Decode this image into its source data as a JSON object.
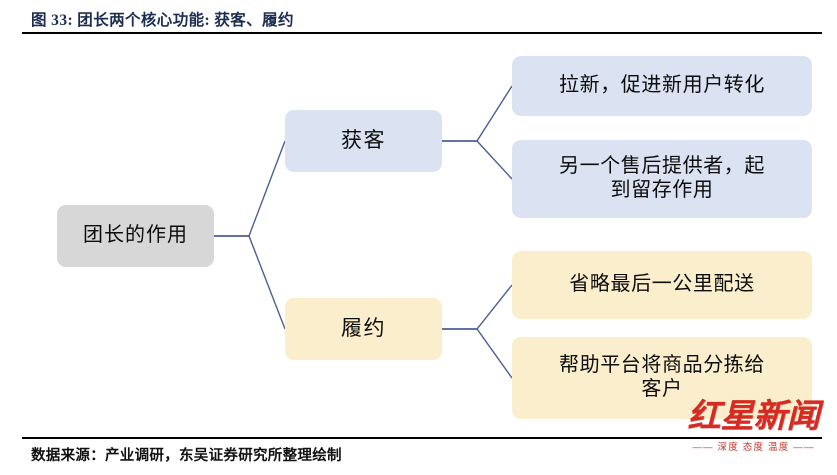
{
  "header": {
    "title": "图 33: 团长两个核心功能: 获客、履约"
  },
  "footer": {
    "source_note": "数据来源：产业调研，东吴证券研究所整理绘制"
  },
  "diagram": {
    "type": "tree",
    "root": {
      "label": "团长的作用",
      "color": "#d7d7d7"
    },
    "branches": [
      {
        "label": "获客",
        "color": "#dbe2f1",
        "children": [
          {
            "label": "拉新，促进新用户转化",
            "color": "#dbe2f1"
          },
          {
            "label": "另一个售后提供者，起\n到留存作用",
            "color": "#dbe2f1"
          }
        ]
      },
      {
        "label": "履约",
        "color": "#fbeecd",
        "children": [
          {
            "label": "省略最后一公里配送",
            "color": "#fbeecd"
          },
          {
            "label": "帮助平台将商品分拣给\n客户",
            "color": "#fbeecd"
          }
        ]
      }
    ],
    "connector_color": "#4a5f96"
  },
  "watermark": {
    "wordmark": "红星新闻",
    "tagline": "—— 深度 态度 温度 ——",
    "color": "#d62b22"
  }
}
